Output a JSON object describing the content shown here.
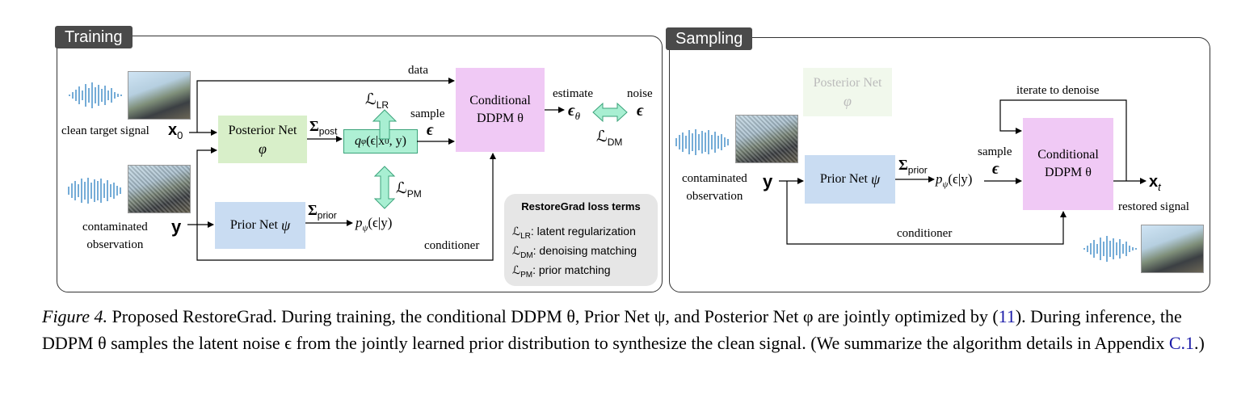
{
  "training": {
    "tab": "Training",
    "clean_label": "clean target signal",
    "x0": "x",
    "x0_sub": "0",
    "contaminated": [
      "contaminated",
      "observation"
    ],
    "y": "y",
    "posterior_net": [
      "Posterior Net",
      "φ"
    ],
    "prior_net": "Prior Net",
    "prior_sym": "ψ",
    "sigma_post": "Σ",
    "sigma_post_sub": "post",
    "sigma_prior": "Σ",
    "sigma_prior_sub": "prior",
    "q_dist": "q",
    "q_sub": "φ",
    "q_args": "(ϵ|x",
    "q_args_sub": "0",
    "q_args_end": ", y)",
    "p_dist": "p",
    "p_sub": "ψ",
    "p_args": "(ϵ|y)",
    "data_label": "data",
    "sample_label": "sample",
    "epsilon": "ϵ",
    "ddpm": [
      "Conditional",
      "DDPM θ"
    ],
    "estimate_label": "estimate",
    "eps_theta": "ϵ",
    "eps_theta_sub": "θ",
    "noise_label": "noise",
    "noise_eps": "ϵ",
    "l_lr": "ℒ",
    "l_lr_sub": "LR",
    "l_pm": "ℒ",
    "l_pm_sub": "PM",
    "l_dm": "ℒ",
    "l_dm_sub": "DM",
    "conditioner": "conditioner",
    "legend": {
      "title": "RestoreGrad loss terms",
      "items": [
        {
          "sym": "ℒ",
          "sub": "LR",
          "text": ": latent regularization"
        },
        {
          "sym": "ℒ",
          "sub": "DM",
          "text": ": denoising matching"
        },
        {
          "sym": "ℒ",
          "sub": "PM",
          "text": ": prior matching"
        }
      ]
    }
  },
  "sampling": {
    "tab": "Sampling",
    "posterior_net": [
      "Posterior Net",
      "φ"
    ],
    "contaminated": [
      "contaminated",
      "observation"
    ],
    "y": "y",
    "prior_net": "Prior Net",
    "prior_sym": "ψ",
    "sigma_prior": "Σ",
    "sigma_prior_sub": "prior",
    "p_dist": "p",
    "p_sub": "ψ",
    "p_args": "(ϵ|y)",
    "sample_label": "sample",
    "epsilon": "ϵ",
    "iterate": "iterate to denoise",
    "ddpm": [
      "Conditional",
      "DDPM θ"
    ],
    "xt": "x",
    "xt_sub": "t",
    "restored": "restored signal",
    "conditioner": "conditioner"
  },
  "caption": {
    "fig": "Figure 4.",
    "t1": " Proposed RestoreGrad. During training, the conditional DDPM θ, Prior Net ψ, and Posterior Net φ are jointly optimized by (",
    "ref1": "11",
    "t2": "). During inference, the DDPM θ samples the latent noise ϵ from the jointly learned prior distribution to synthesize the clean signal. (We summarize the algorithm details in Appendix ",
    "ref2": "C.1",
    "t3": ".)"
  }
}
